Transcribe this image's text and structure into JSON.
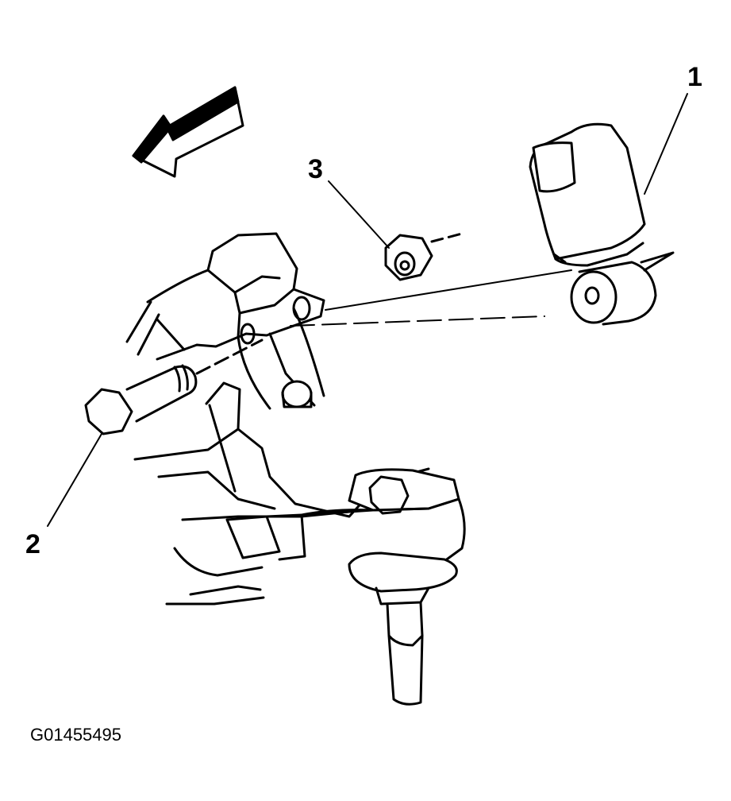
{
  "figure": {
    "id_text": "G01455495",
    "stroke_color": "#000000",
    "background_color": "#ffffff"
  },
  "callouts": [
    {
      "number": "1"
    },
    {
      "number": "2"
    },
    {
      "number": "3"
    }
  ],
  "icons": {
    "direction_arrow": "front-direction-arrow-icon"
  }
}
